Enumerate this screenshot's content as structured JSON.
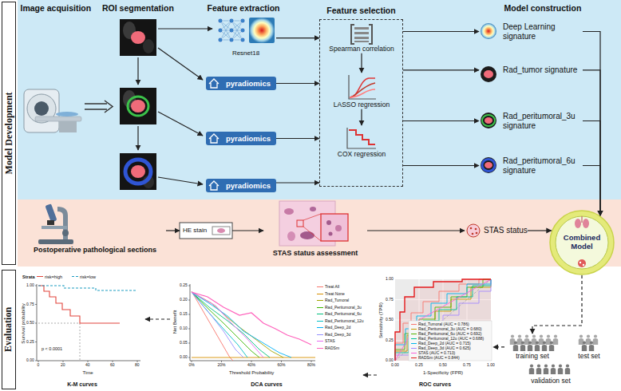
{
  "diagram": {
    "nodes": [
      {
        "text": [
          "Model Development"
        ]
      },
      {
        "text": [
          "Resnet18"
        ]
      },
      {
        "text": [
          "pyradiomics"
        ]
      },
      {
        "text": [
          "pyradiomics"
        ]
      },
      {
        "text": [
          "pyradiomics"
        ]
      },
      {
        "text": [
          "Feature selection"
        ]
      },
      {
        "text": [
          "Spearman correlation"
        ],
        "in": 5
      },
      {
        "text": [
          "LASSO regression"
        ],
        "in": 5
      },
      {
        "text": [
          "COX regression"
        ],
        "in": 5
      },
      {
        "text": [
          "Deep Learning signature"
        ]
      },
      {
        "text": [
          "Rad_tumor signature"
        ]
      },
      {
        "text": [
          "Rad_peritumoral_3u signature"
        ]
      },
      {
        "text": [
          "Rad_peritumoral_6u signature"
        ]
      },
      {
        "text": [
          "Combined Model"
        ]
      },
      {
        "text": [
          "Postoperative pathological sections"
        ]
      },
      {
        "text": [
          "HE stain"
        ]
      },
      {
        "text": [
          "STAS status assessment"
        ]
      },
      {
        "text": [
          "STAS status"
        ]
      },
      {
        "text": [
          "Evaluation"
        ]
      },
      {
        "text": [
          "K-M curves"
        ]
      },
      {
        "text": [
          "DCA curves"
        ]
      },
      {
        "text": [
          "ROC curves"
        ]
      },
      {
        "text": [
          "training set"
        ]
      },
      {
        "text": [
          "test set"
        ]
      },
      {
        "text": [
          "validation set"
        ]
      }
    ],
    "edges": [
      {
        "from": 1,
        "to": 5,
        "arrow": "to"
      },
      {
        "from": 2,
        "to": 5,
        "arrow": "to"
      },
      {
        "from": 3,
        "to": 5,
        "arrow": "to"
      },
      {
        "from": 4,
        "to": 5,
        "arrow": "to"
      },
      {
        "from": 6,
        "to": 7,
        "arrow": "to"
      },
      {
        "from": 7,
        "to": 8,
        "arrow": "to"
      },
      {
        "from": 5,
        "to": 9,
        "arrow": "to"
      },
      {
        "from": 5,
        "to": 10,
        "arrow": "to"
      },
      {
        "from": 5,
        "to": 11,
        "arrow": "to"
      },
      {
        "from": 5,
        "to": 12,
        "arrow": "to"
      },
      {
        "from": 9,
        "to": 13,
        "arrow": "to"
      },
      {
        "from": 10,
        "to": 13,
        "arrow": "to"
      },
      {
        "from": 11,
        "to": 13,
        "arrow": "to"
      },
      {
        "from": 12,
        "to": 13,
        "arrow": "to"
      },
      {
        "from": 14,
        "to": 15,
        "arrow": "to"
      },
      {
        "from": 15,
        "to": 16,
        "arrow": "to"
      },
      {
        "from": 16,
        "to": 17,
        "arrow": "to"
      },
      {
        "from": 17,
        "to": 13,
        "arrow": "to"
      },
      {
        "from": 13,
        "to": 22,
        "arrow": "to"
      },
      {
        "from": 22,
        "to": 21,
        "arrow": "to"
      },
      {
        "from": 21,
        "to": 20,
        "arrow": "to"
      },
      {
        "from": 20,
        "to": 19,
        "arrow": "to"
      }
    ],
    "labels": [
      "Image acquisition",
      "ROI segmentation",
      "Feature extraction",
      "Model construction",
      "Strata",
      "p < 0.0001",
      "Survival probability",
      "Time",
      "1.00",
      "0.75",
      "0.50",
      "0.25",
      "0.00",
      "0",
      "20",
      "40",
      "60",
      "80",
      "Net Benefit",
      "Threshold Probability",
      "0.25",
      "0.20",
      "0.15",
      "0.10",
      "0.05",
      "0.00",
      "0%",
      "20%",
      "40%",
      "60%",
      "80%",
      "Sensitivity (TPR)",
      "1-Specificity (FPR)",
      "1.00",
      "0.75",
      "0.50",
      "0.25",
      "0.00",
      "0.00",
      "0.25",
      "0.50",
      "0.75",
      "1.00"
    ],
    "legend": [
      {
        "text": "risk=high"
      },
      {
        "text": "risk=low"
      },
      {
        "text": "Treat All"
      },
      {
        "text": "Treat None"
      },
      {
        "text": "Rad_Tumoral"
      },
      {
        "text": "Rad_Peritumoral_3u"
      },
      {
        "text": "Rad_Peritumoral_6u"
      },
      {
        "text": "Rad_Peritumoral_12u"
      },
      {
        "text": "Rad_Deep_2d"
      },
      {
        "text": "Rad_Deep_3d"
      },
      {
        "text": "STAS"
      },
      {
        "text": "RADSm"
      },
      {
        "text": "Rad_Tumoral (AUC = 0.786)"
      },
      {
        "text": "Rad_Peritumoral_3u (AUC = 0.680)"
      },
      {
        "text": "Rad_Peritumoral_6u (AUC = 0.692)"
      },
      {
        "text": "Rad_Peritumoral_12u (AUC = 0.688)"
      },
      {
        "text": "Rad_Deep_2d (AUC = 0.715)"
      },
      {
        "text": "Rad_Deep_3d (AUC = 0.625)"
      },
      {
        "text": "STAS (AUC = 0.713)"
      },
      {
        "text": "RADSm (AUC = 0.844)"
      }
    ]
  }
}
